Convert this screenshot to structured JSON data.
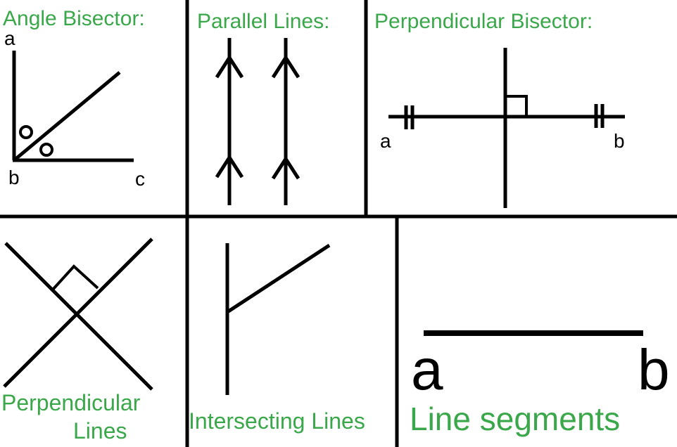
{
  "colors": {
    "title_green": "#3aa84a",
    "line_black": "#000000",
    "background": "#ffffff"
  },
  "panels": {
    "angle_bisector": {
      "title": "Angle Bisector:",
      "labels": {
        "a": "a",
        "b": "b",
        "c": "c"
      }
    },
    "parallel_lines": {
      "title": "Parallel Lines:"
    },
    "perpendicular_bisector": {
      "title": "Perpendicular Bisector:",
      "labels": {
        "a": "a",
        "b": "b"
      }
    },
    "perpendicular_lines": {
      "title_line1": "Perpendicular",
      "title_line2": "Lines"
    },
    "intersecting_lines": {
      "title": "Intersecting Lines"
    },
    "line_segments": {
      "title": "Line segments",
      "labels": {
        "a": "a",
        "b": "b"
      }
    }
  }
}
